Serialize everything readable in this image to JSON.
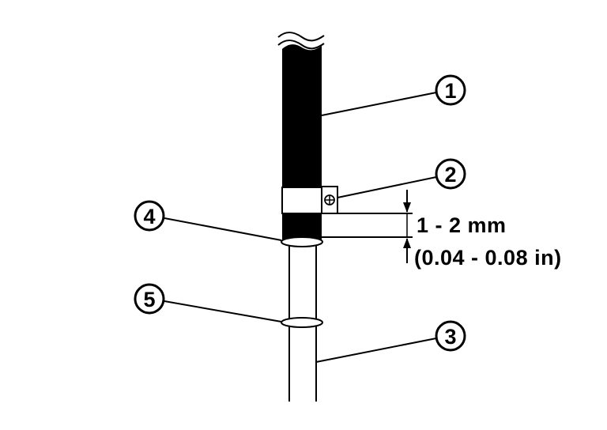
{
  "diagram": {
    "type": "hose clamp installation detail",
    "colors": {
      "line": "#000000",
      "background": "#ffffff",
      "hose": "#000000"
    },
    "callouts": [
      {
        "id": "1",
        "label": "1",
        "target": "outer hose (black)"
      },
      {
        "id": "2",
        "label": "2",
        "target": "hose clamp"
      },
      {
        "id": "3",
        "label": "3",
        "target": "inner pipe"
      },
      {
        "id": "4",
        "label": "4",
        "target": "upper bead / ring"
      },
      {
        "id": "5",
        "label": "5",
        "target": "lower bead / ring"
      }
    ],
    "dimension": {
      "metric": "1 - 2 mm",
      "imperial": "(0.04 - 0.08 in)"
    }
  }
}
